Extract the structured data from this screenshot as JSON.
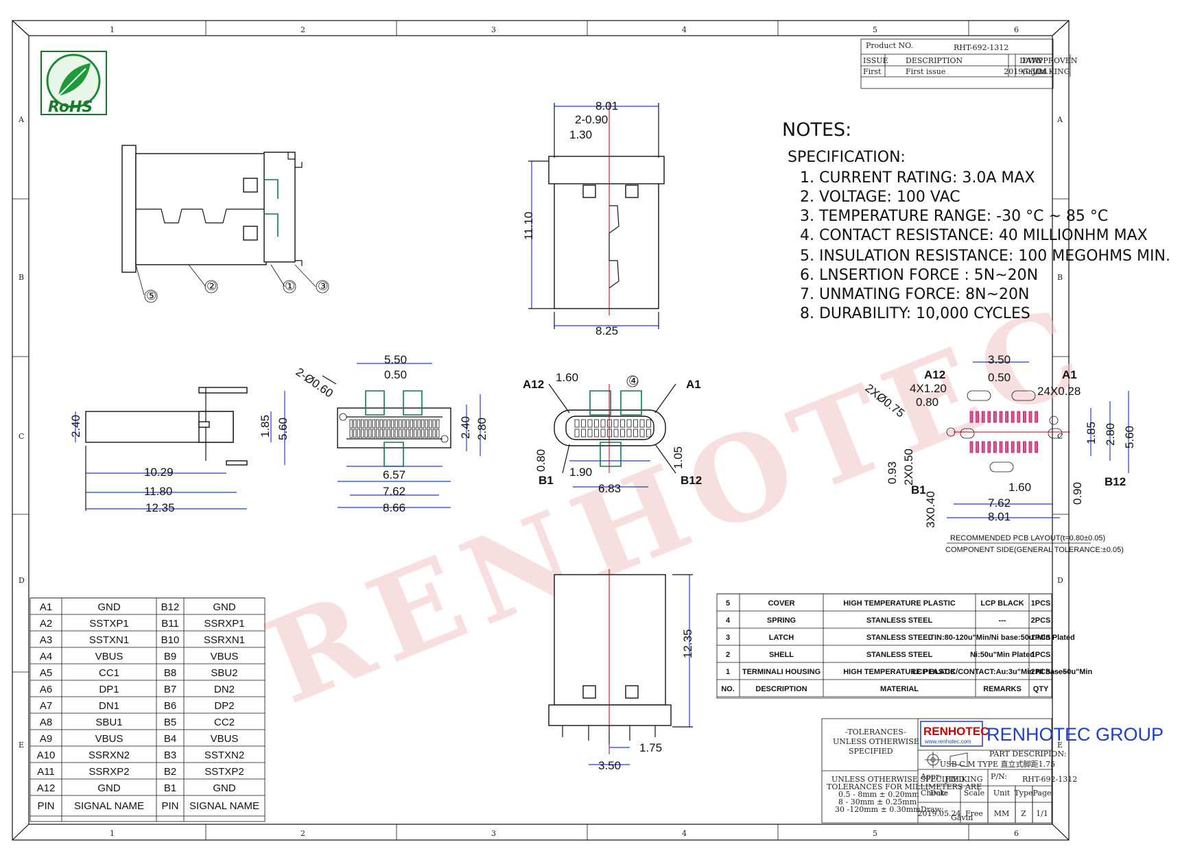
{
  "border": {
    "col_numbers": [
      "1",
      "2",
      "3",
      "4",
      "5",
      "6"
    ],
    "row_letters": [
      "A",
      "B",
      "C",
      "D",
      "E"
    ]
  },
  "title_block_top": {
    "product_no_label": "Product NO.",
    "product_no": "RHT-692-1312",
    "headers": [
      "ISSUE",
      "DESCRIPTION",
      "DWN",
      "DATE",
      "APPROVEN"
    ],
    "row": [
      "First",
      "First issue",
      "Gavin",
      "2019/05/24",
      "JIM.KING"
    ]
  },
  "logo": {
    "rohs": "RoHS"
  },
  "watermark": "RENHOTEC",
  "notes": {
    "title": "NOTES:",
    "subtitle": "SPECIFICATION:",
    "items": [
      "1. CURRENT RATING: 3.0A MAX",
      "2. VOLTAGE: 100 VAC",
      "3. TEMPERATURE RANGE: -30 °C ~ 85 °C",
      "4. CONTACT RESISTANCE: 40 MILLIONHM MAX",
      "5. INSULATION RESISTANCE: 100 MEGOHMS MIN.",
      "6. LNSERTION FORCE : 5N~20N",
      "7. UNMATING FORCE: 8N~20N",
      "8. DURABILITY:   10,000 CYCLES"
    ]
  },
  "dims": {
    "top_view": [
      "8.01",
      "2-0.90",
      "1.30",
      "11.10",
      "8.25"
    ],
    "side_view_left": [
      "2.40",
      "1.85",
      "5.60",
      "10.29",
      "11.80",
      "12.35"
    ],
    "bottom_view": [
      "5.50",
      "0.50",
      "2-Ø0.60",
      "2.40",
      "2.80",
      "6.57",
      "7.62",
      "8.66"
    ],
    "front_view": [
      "1.60",
      "A12",
      "A1",
      "0.80",
      "1.05",
      "1.90",
      "6.83",
      "B1",
      "B12"
    ],
    "pcb": [
      "3.50",
      "A12",
      "A1",
      "4X1.20",
      "0.50",
      "24X0.28",
      "2XØ0.75",
      "0.80",
      "1.85",
      "2.80",
      "5.60",
      "0.93",
      "2X0.50",
      "B1",
      "1.60",
      "B12",
      "0.90",
      "7.62",
      "8.01",
      "3X0.40"
    ],
    "lower_view": [
      "12.35",
      "1.75",
      "3.50"
    ]
  },
  "balloons": [
    "①",
    "②",
    "③",
    "④",
    "⑤"
  ],
  "pcb_caption": {
    "line1": "RECOMMENDED PCB LAYOUT(t=0.80±0.05)",
    "line2": "COMPONENT SIDE(GENERAL TOLERANCE:±0.05)"
  },
  "pin_table": {
    "rows": [
      [
        "A1",
        "GND",
        "B12",
        "GND"
      ],
      [
        "A2",
        "SSTXP1",
        "B11",
        "SSRXP1"
      ],
      [
        "A3",
        "SSTXN1",
        "B10",
        "SSRXN1"
      ],
      [
        "A4",
        "VBUS",
        "B9",
        "VBUS"
      ],
      [
        "A5",
        "CC1",
        "B8",
        "SBU2"
      ],
      [
        "A6",
        "DP1",
        "B7",
        "DN2"
      ],
      [
        "A7",
        "DN1",
        "B6",
        "DP2"
      ],
      [
        "A8",
        "SBU1",
        "B5",
        "CC2"
      ],
      [
        "A9",
        "VBUS",
        "B4",
        "VBUS"
      ],
      [
        "A10",
        "SSRXN2",
        "B3",
        "SSTXN2"
      ],
      [
        "A11",
        "SSRXP2",
        "B2",
        "SSTXP2"
      ],
      [
        "A12",
        "GND",
        "B1",
        "GND"
      ]
    ],
    "header": [
      "PIN",
      "SIGNAL NAME",
      "PIN",
      "SIGNAL NAME"
    ]
  },
  "bom": {
    "rows": [
      [
        "5",
        "COVER",
        "HIGH TEMPERATURE PLASTIC",
        "LCP BLACK",
        "1PCS"
      ],
      [
        "4",
        "SPRING",
        "STANLESS STEEL",
        "---",
        "2PCS"
      ],
      [
        "3",
        "LATCH",
        "STANLESS STEEL",
        "TIN:80-120u\"Min/Ni base:50u\"Min Plated",
        "1PCS"
      ],
      [
        "2",
        "SHELL",
        "STANLESS STEEL",
        "Ni:50u\"Min Plated",
        "1PCS"
      ],
      [
        "1",
        "TERMINALI HOUSING",
        "HIGH TEMPERATURE PLASTIC",
        "LCP BLACK/CONTACT:Au:3u\"Min Ni base50u\"Min",
        "2PCS"
      ]
    ],
    "header": [
      "NO.",
      "DESCRIPTION",
      "MATERIAL",
      "REMARKS",
      "QTY"
    ]
  },
  "title_block": {
    "tolerances_title": [
      "-TOLERANCES-",
      "UNLESS OTHERWISE",
      "SPECIFIED"
    ],
    "tolerances_detail": [
      "UNLESS OTHERWISE SPECIFIED",
      "TOLERANCES FOR MILLIMETERS ARE",
      "0.5 - 8mm ± 0.20mm",
      "8 - 30mm ± 0.25mm",
      "30 -120mm ± 0.30mm"
    ],
    "company_logo": "RENHOTEC",
    "company_url": "www.renhotec.com",
    "company": "RENHOTEC GROUP",
    "part_desc_label": "PART DESCRIPION:",
    "part_desc": "USB C M TYPE 直立式脚距1.75",
    "appr_label": "Appr:",
    "appr": "JIM.KING",
    "pn_label": "P/N:",
    "pn": "RHT-692-1312",
    "check_label": "Check:",
    "draw_label": "Draw:",
    "draw": "Gavin",
    "col_labels": [
      "Date",
      "Scale",
      "Unit",
      "Type",
      "Page"
    ],
    "col_values": [
      "2019.05.24",
      "Free",
      "MM",
      "Z",
      "1/1"
    ]
  }
}
